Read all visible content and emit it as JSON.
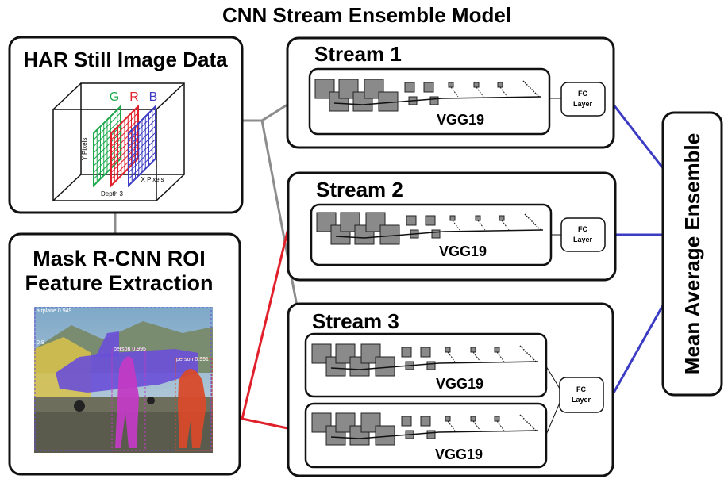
{
  "title": "CNN Stream Ensemble Model",
  "har_box": {
    "title": "HAR Still Image Data",
    "channels": [
      {
        "label": "G",
        "color": "#1aa84a"
      },
      {
        "label": "R",
        "color": "#e0202a"
      },
      {
        "label": "B",
        "color": "#3b3bc4"
      }
    ],
    "y_axis_label": "Y Pixels",
    "x_axis_label": "X Pixels",
    "depth_label": "Depth 3"
  },
  "mask_box": {
    "title_line1": "Mask R-CNN ROI",
    "title_line2": "Feature Extraction",
    "detections": [
      {
        "label": "airplane 0.949",
        "color": "#6a4fd8"
      },
      {
        "label": "0.9",
        "color": "#d6c23a"
      },
      {
        "label": "person 0.995",
        "color": "#c23bc4"
      },
      {
        "label": "person 0.991",
        "color": "#d84a2a"
      }
    ]
  },
  "streams": [
    {
      "title": "Stream 1",
      "networks": [
        "VGG19"
      ],
      "fc_line1": "FC",
      "fc_line2": "Layer"
    },
    {
      "title": "Stream 2",
      "networks": [
        "VGG19"
      ],
      "fc_line1": "FC",
      "fc_line2": "Layer"
    },
    {
      "title": "Stream 3",
      "networks": [
        "VGG19",
        "VGG19"
      ],
      "fc_line1": "FC",
      "fc_line2": "Layer"
    }
  ],
  "ensemble": {
    "label": "Mean Average Ensemble"
  },
  "colors": {
    "har_connector": "#8c8c8c",
    "mask_connector": "#e0202a",
    "ensemble_connector": "#3b3bc4",
    "layer_fill": "#8a8a8a",
    "border": "#111111"
  }
}
